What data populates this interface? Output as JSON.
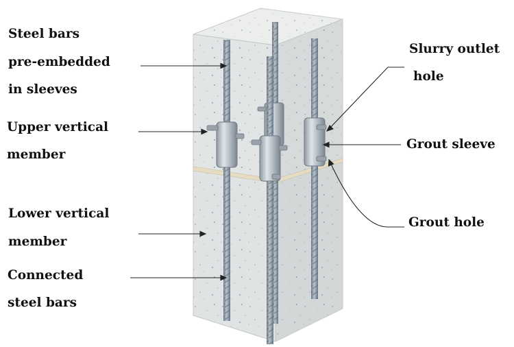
{
  "labels": {
    "steel_bars_line1": "Steel bars",
    "steel_bars_line2": "pre-embedded",
    "steel_bars_line3": "in sleeves",
    "upper_member_line1": "Upper vertical",
    "upper_member_line2": "member",
    "lower_member_line1": "Lower vertical",
    "lower_member_line2": "member",
    "connected_bars_line1": "Connected",
    "connected_bars_line2": "steel bars",
    "slurry_outlet_line1": "Slurry outlet",
    "slurry_outlet_line2": "hole",
    "grout_sleeve": "Grout sleeve",
    "grout_hole": "Grout hole"
  },
  "colors": {
    "concrete": "#e4e7e7",
    "concrete_shade": "#d4d8d9",
    "rebar": "#8a98a6",
    "sleeve": "#aab3bb",
    "leader_line": "#222222",
    "joint": "#e6dcc3"
  }
}
